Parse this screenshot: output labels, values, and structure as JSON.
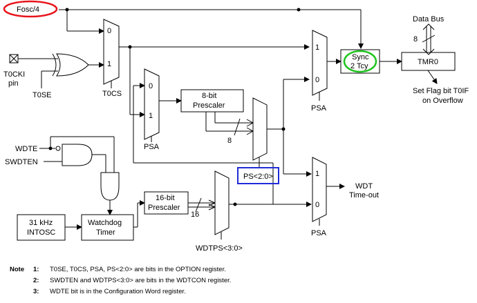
{
  "labels": {
    "fosc": "Fosc/4",
    "data_bus": "Data Bus",
    "bus_width_top": "8",
    "t0cki_line1": "T0CKI",
    "t0cki_line2": "pin",
    "t0se": "T0SE",
    "t0cs": "T0CS",
    "mux_top_in0": "0",
    "mux_top_in1": "1",
    "psa_mux_in0": "0",
    "psa_mux_in1": "1",
    "psa_label_1": "PSA",
    "prescaler8_line1": "8-bit",
    "prescaler8_line2": "Prescaler",
    "bus_width_prescaler": "8",
    "sync_line1": "Sync",
    "sync_line2": "2 Tcy",
    "out_mux_in1": "1",
    "out_mux_in0": "0",
    "psa_label_2": "PSA",
    "tmr0": "TMR0",
    "set_flag_line1": "Set Flag bit T0IF",
    "set_flag_line2": "on Overflow",
    "ps": "PS<2:0>",
    "wdte": "WDTE",
    "swdten": "SWDTEN",
    "wdt_mux_in1": "1",
    "wdt_mux_in0": "0",
    "wdt_line1": "WDT",
    "wdt_line2": "Time-out",
    "psa_label_3": "PSA",
    "prescaler16_line1": "16-bit",
    "prescaler16_line2": "Prescaler",
    "bus_width_16": "16",
    "wdtps": "WDTPS<3:0>",
    "intosc_line1": "31 kHz",
    "intosc_line2": "INTOSC",
    "watchdog_line1": "Watchdog",
    "watchdog_line2": "Timer"
  },
  "colors": {
    "fosc_highlight": "#e8141b",
    "sync_highlight": "#1fc41f",
    "ps_highlight": "#1f2bd6"
  },
  "notes": {
    "heading": "Note",
    "items": [
      {
        "num": "1:",
        "text": "T0SE, T0CS, PSA, PS<2:0> are bits in the OPTION register."
      },
      {
        "num": "2:",
        "text": "SWDTEN and WDTPS<3:0> are bits in the WDTCON register."
      },
      {
        "num": "3:",
        "text": "WDTE bit is in the Configuration Word register."
      }
    ]
  }
}
